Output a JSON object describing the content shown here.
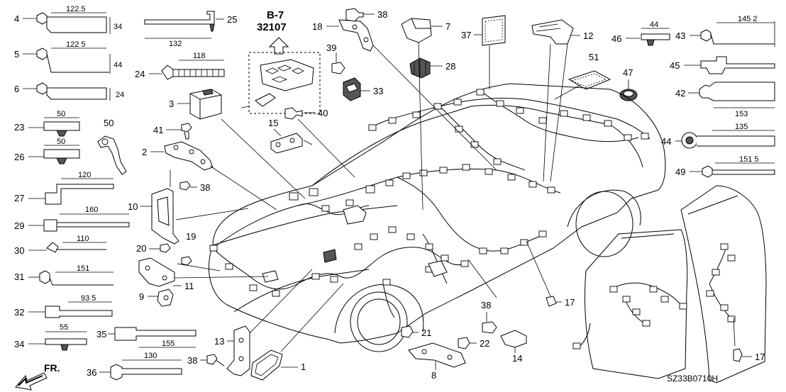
{
  "ref": {
    "section": "B-7",
    "code": "32107"
  },
  "direction_label": "FR.",
  "diagram_code": "SZ33B0710H",
  "part_numbers": {
    "p1": "1",
    "p2": "2",
    "p3": "3",
    "p4": "4",
    "p5": "5",
    "p6": "6",
    "p7": "7",
    "p8": "8",
    "p9": "9",
    "p10": "10",
    "p11": "11",
    "p12": "12",
    "p13": "13",
    "p14": "14",
    "p15": "15",
    "p17a": "17",
    "p17b": "17",
    "p18": "18",
    "p19": "19",
    "p20": "20",
    "p21": "21",
    "p22": "22",
    "p23": "23",
    "p24": "24",
    "p25": "25",
    "p26": "26",
    "p27": "27",
    "p28": "28",
    "p29": "29",
    "p30": "30",
    "p31": "31",
    "p32": "32",
    "p33": "33",
    "p34": "34",
    "p35": "35",
    "p36": "36",
    "p37": "37",
    "p38a": "38",
    "p38b": "38",
    "p38c": "38",
    "p38d": "38",
    "p39": "39",
    "p40": "40",
    "p41": "41",
    "p42": "42",
    "p43": "43",
    "p44": "44",
    "p45": "45",
    "p46": "46",
    "p47": "47",
    "p49": "49",
    "p50": "50",
    "p51": "51"
  },
  "dimensions": {
    "d4_len": "122.5",
    "d4_h": "34",
    "d5_len": "122 5",
    "d5_h": "44",
    "d6_h": "24",
    "d23": "50",
    "d26": "50",
    "d27": "120",
    "d29": "160",
    "d30": "110",
    "d31": "151",
    "d32": "93 5",
    "d34": "55",
    "d35": "155",
    "d36": "130",
    "d24": "118",
    "d25": "132",
    "d46": "44",
    "d43": "145 2",
    "d42": "153",
    "d44": "135",
    "d49": "151 5"
  }
}
